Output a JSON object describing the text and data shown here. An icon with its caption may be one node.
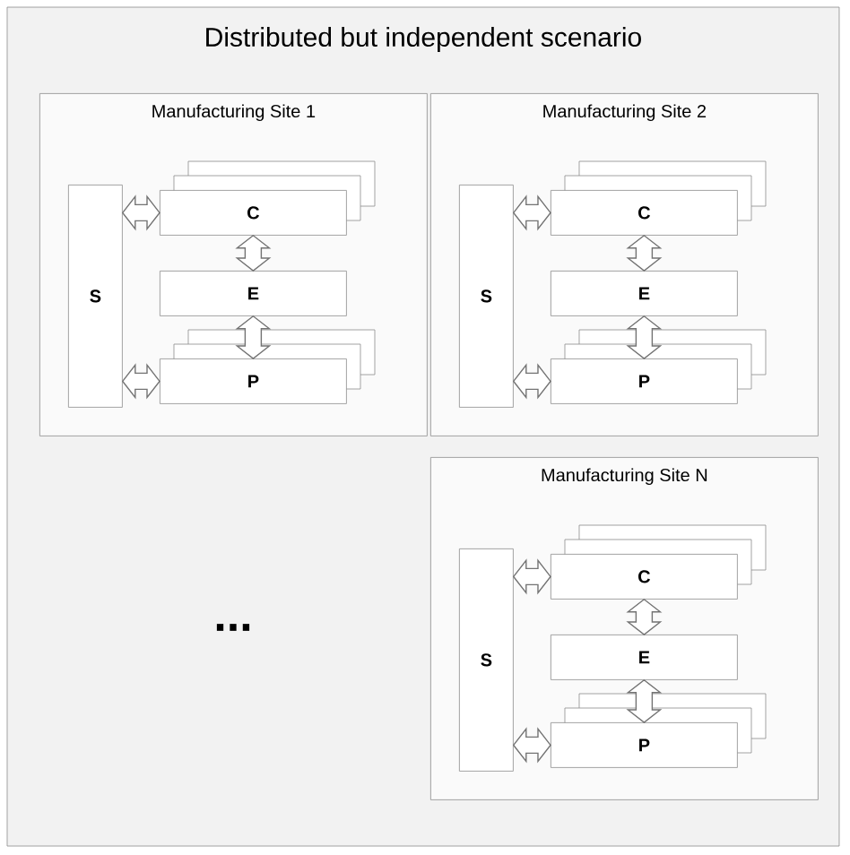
{
  "diagram": {
    "title": "Distributed but independent scenario",
    "nodes": [
      {
        "text": [
          "Manufacturing Site 1"
        ]
      },
      {
        "text": [
          "S"
        ],
        "in": 0
      },
      {
        "text": [
          "C"
        ],
        "in": 0
      },
      {
        "text": [
          "E"
        ],
        "in": 0
      },
      {
        "text": [
          "P"
        ],
        "in": 0
      },
      {
        "text": [
          "Manufacturing Site 2"
        ]
      },
      {
        "text": [
          "S"
        ],
        "in": 5
      },
      {
        "text": [
          "C"
        ],
        "in": 5
      },
      {
        "text": [
          "E"
        ],
        "in": 5
      },
      {
        "text": [
          "P"
        ],
        "in": 5
      },
      {
        "text": [
          "Manufacturing Site N"
        ]
      },
      {
        "text": [
          "S"
        ],
        "in": 10
      },
      {
        "text": [
          "C"
        ],
        "in": 10
      },
      {
        "text": [
          "E"
        ],
        "in": 10
      },
      {
        "text": [
          "P"
        ],
        "in": 10
      }
    ],
    "edges": [
      {
        "from": 1,
        "to": 2,
        "arrow": "both"
      },
      {
        "from": 2,
        "to": 3,
        "arrow": "both"
      },
      {
        "from": 3,
        "to": 4,
        "arrow": "both"
      },
      {
        "from": 1,
        "to": 4,
        "arrow": "both"
      },
      {
        "from": 6,
        "to": 7,
        "arrow": "both"
      },
      {
        "from": 7,
        "to": 8,
        "arrow": "both"
      },
      {
        "from": 8,
        "to": 9,
        "arrow": "both"
      },
      {
        "from": 6,
        "to": 9,
        "arrow": "both"
      },
      {
        "from": 11,
        "to": 12,
        "arrow": "both"
      },
      {
        "from": 12,
        "to": 13,
        "arrow": "both"
      },
      {
        "from": 13,
        "to": 14,
        "arrow": "both"
      },
      {
        "from": 11,
        "to": 14,
        "arrow": "both"
      }
    ],
    "labels": [
      "..."
    ]
  }
}
